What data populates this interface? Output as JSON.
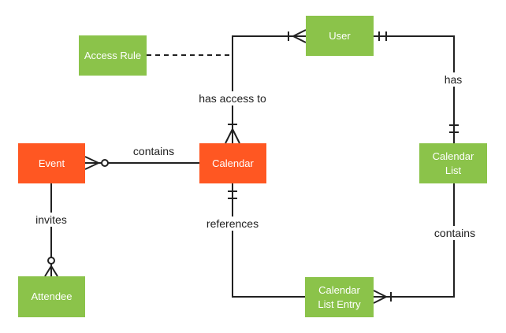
{
  "diagram": {
    "type": "entity-relationship",
    "background": "#ffffff",
    "colors": {
      "entity_orange": "#FF5722",
      "entity_green": "#8BC34A",
      "line": "#212121",
      "label_text": "#212121",
      "entity_text": "#ffffff"
    },
    "entities": [
      {
        "id": "event",
        "label": "Event",
        "color": "#FF5722"
      },
      {
        "id": "calendar",
        "label": "Calendar",
        "color": "#FF5722"
      },
      {
        "id": "user",
        "label": "User",
        "color": "#8BC34A"
      },
      {
        "id": "access_rule",
        "label": "Access Rule",
        "color": "#8BC34A"
      },
      {
        "id": "calendar_list",
        "label": "Calendar List",
        "color": "#8BC34A"
      },
      {
        "id": "calendar_list_entry",
        "label": "Calendar List Entry",
        "color": "#8BC34A"
      },
      {
        "id": "attendee",
        "label": "Attendee",
        "color": "#8BC34A"
      }
    ],
    "relationships": [
      {
        "id": "calendar_contains_event",
        "label": "contains",
        "from": "Calendar",
        "to": "Event",
        "from_notation": "plain",
        "to_notation": "zero-or-many",
        "line": "solid"
      },
      {
        "id": "user_has_access_to_calendar",
        "label": "has access to",
        "from": "User",
        "to": "Calendar",
        "from_notation": "one-or-many",
        "to_notation": "one-or-many",
        "line": "solid"
      },
      {
        "id": "user_has_calendar_list",
        "label": "has",
        "from": "User",
        "to": "Calendar List",
        "from_notation": "exactly-one",
        "to_notation": "exactly-one",
        "line": "solid"
      },
      {
        "id": "calendar_list_contains_entry",
        "label": "contains",
        "from": "Calendar List",
        "to": "Calendar List Entry",
        "from_notation": "plain",
        "to_notation": "one-or-many",
        "line": "solid"
      },
      {
        "id": "entry_references_calendar",
        "label": "references",
        "from": "Calendar List Entry",
        "to": "Calendar",
        "from_notation": "plain",
        "to_notation": "exactly-one",
        "line": "solid"
      },
      {
        "id": "event_invites_attendee",
        "label": "invites",
        "from": "Event",
        "to": "Attendee",
        "from_notation": "plain",
        "to_notation": "zero-or-many",
        "line": "solid"
      },
      {
        "id": "access_rule_association",
        "label": "",
        "from": "Access Rule",
        "to": "has access to",
        "from_notation": "plain",
        "to_notation": "plain",
        "line": "dashed"
      }
    ]
  }
}
